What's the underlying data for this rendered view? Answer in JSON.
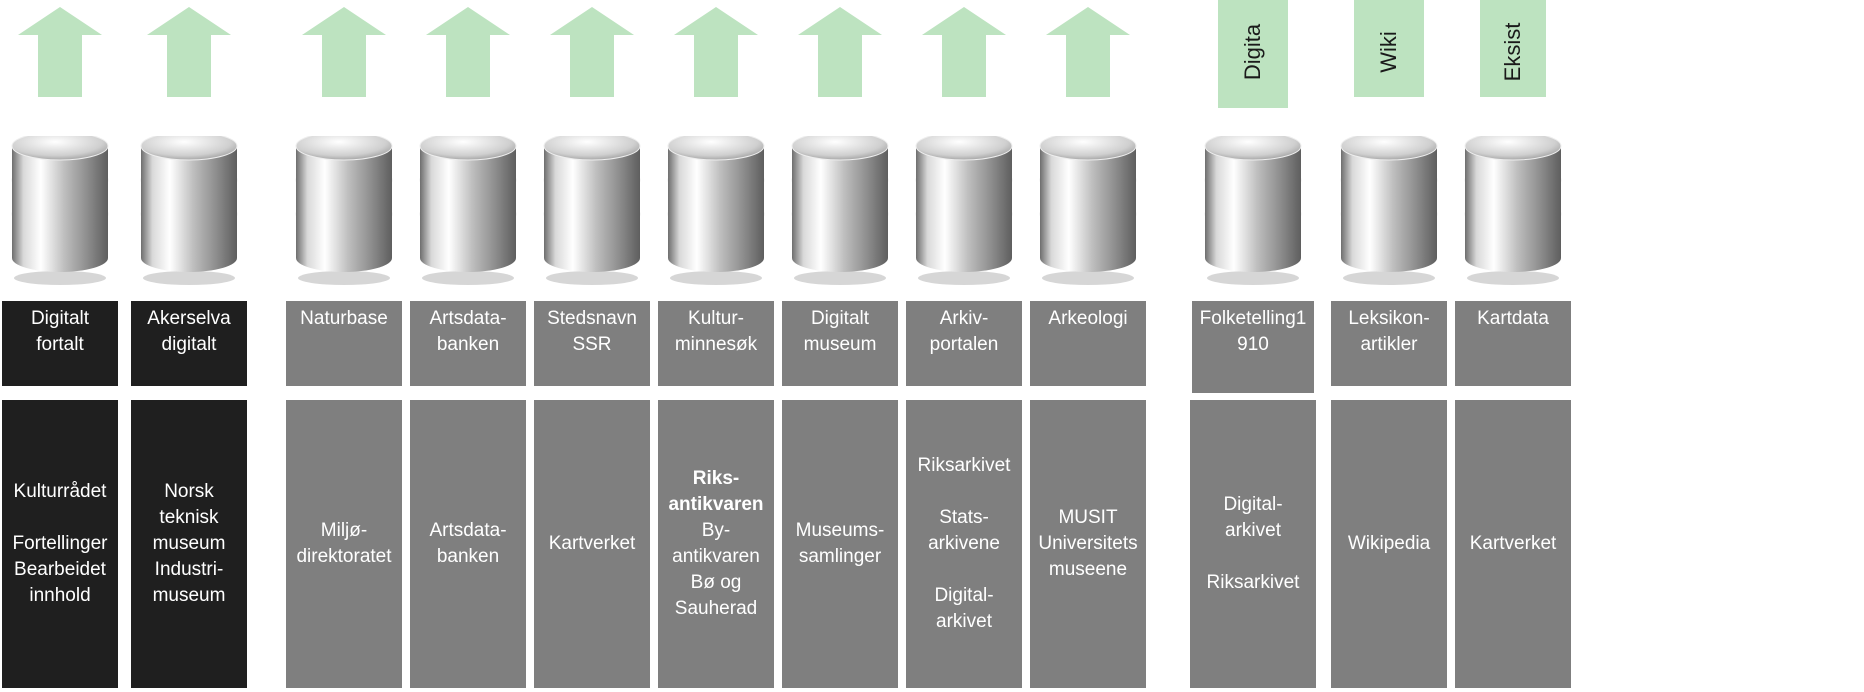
{
  "colors": {
    "dark_box": "#1f1f1f",
    "grey_box": "#7f7f7f",
    "arrow": "#bde3c0",
    "text": "#ffffff"
  },
  "columns": [
    {
      "id": "digitalt-fortalt",
      "style": "dark",
      "top": "arrow",
      "upper": [
        "Digitalt",
        "fortalt"
      ],
      "lower": [
        [
          "Kulturrådet"
        ],
        [],
        [
          "Fortellinger",
          "Bearbeidet",
          "innhold"
        ]
      ]
    },
    {
      "id": "akerselva-digitalt",
      "style": "dark",
      "top": "arrow",
      "upper": [
        "Akerselva",
        "digitalt"
      ],
      "lower": [
        [
          "Norsk",
          "teknisk",
          "museum",
          "Industri-",
          "museum"
        ]
      ]
    },
    {
      "id": "naturbase",
      "style": "grey",
      "top": "arrow",
      "upper": [
        "Naturbase"
      ],
      "lower": [
        [
          "Miljø-",
          "direktoratet"
        ]
      ]
    },
    {
      "id": "artsdatabanken",
      "style": "grey",
      "top": "arrow",
      "upper": [
        "Artsdata-",
        "banken"
      ],
      "lower": [
        [
          "Artsdata-",
          "banken"
        ]
      ]
    },
    {
      "id": "stedsnavn-ssr",
      "style": "grey",
      "top": "arrow",
      "upper": [
        "Stedsnavn",
        "SSR"
      ],
      "lower": [
        [
          "Kartverket"
        ]
      ]
    },
    {
      "id": "kulturminnesok",
      "style": "grey",
      "top": "arrow",
      "upper": [
        "Kultur-",
        "minnesøk"
      ],
      "lower": [
        [
          "Riks-",
          "antikvaren"
        ],
        [
          "By-",
          "antikvaren",
          "Bø og",
          "Sauherad"
        ]
      ],
      "bold_groups": [
        0
      ],
      "gap_between_groups": false
    },
    {
      "id": "digitalt-museum",
      "style": "grey",
      "top": "arrow",
      "upper": [
        "Digitalt",
        "museum"
      ],
      "lower": [
        [
          "Museums-",
          "samlinger"
        ]
      ]
    },
    {
      "id": "arkivportalen",
      "style": "grey",
      "top": "arrow",
      "upper": [
        "Arkiv-",
        "portalen"
      ],
      "lower": [
        [
          "Riksarkivet"
        ],
        [],
        [
          "Stats-",
          "arkivene"
        ],
        [],
        [
          "Digital-",
          "arkivet"
        ]
      ]
    },
    {
      "id": "arkeologi",
      "style": "grey",
      "top": "arrow",
      "upper": [
        "Arkeologi"
      ],
      "lower": [
        [
          "MUSIT",
          "Universitets",
          "museene"
        ]
      ]
    },
    {
      "id": "folketelling1910",
      "style": "grey",
      "top": "bar",
      "bar_text": "Digita",
      "upper": [
        "Folketelling1",
        "910"
      ],
      "lower": [
        [
          "Digital-",
          "arkivet"
        ],
        [],
        [
          "Riksarkivet"
        ]
      ]
    },
    {
      "id": "leksikonartikler",
      "style": "grey",
      "top": "bar",
      "bar_text": "Wiki",
      "upper": [
        "Leksikon-",
        "artikler"
      ],
      "lower": [
        [
          "Wikipedia"
        ]
      ]
    },
    {
      "id": "kartdata",
      "style": "grey",
      "top": "bar",
      "bar_text": "Eksist",
      "upper": [
        "Kartdata"
      ],
      "lower": [
        [
          "Kartverket"
        ]
      ]
    }
  ]
}
